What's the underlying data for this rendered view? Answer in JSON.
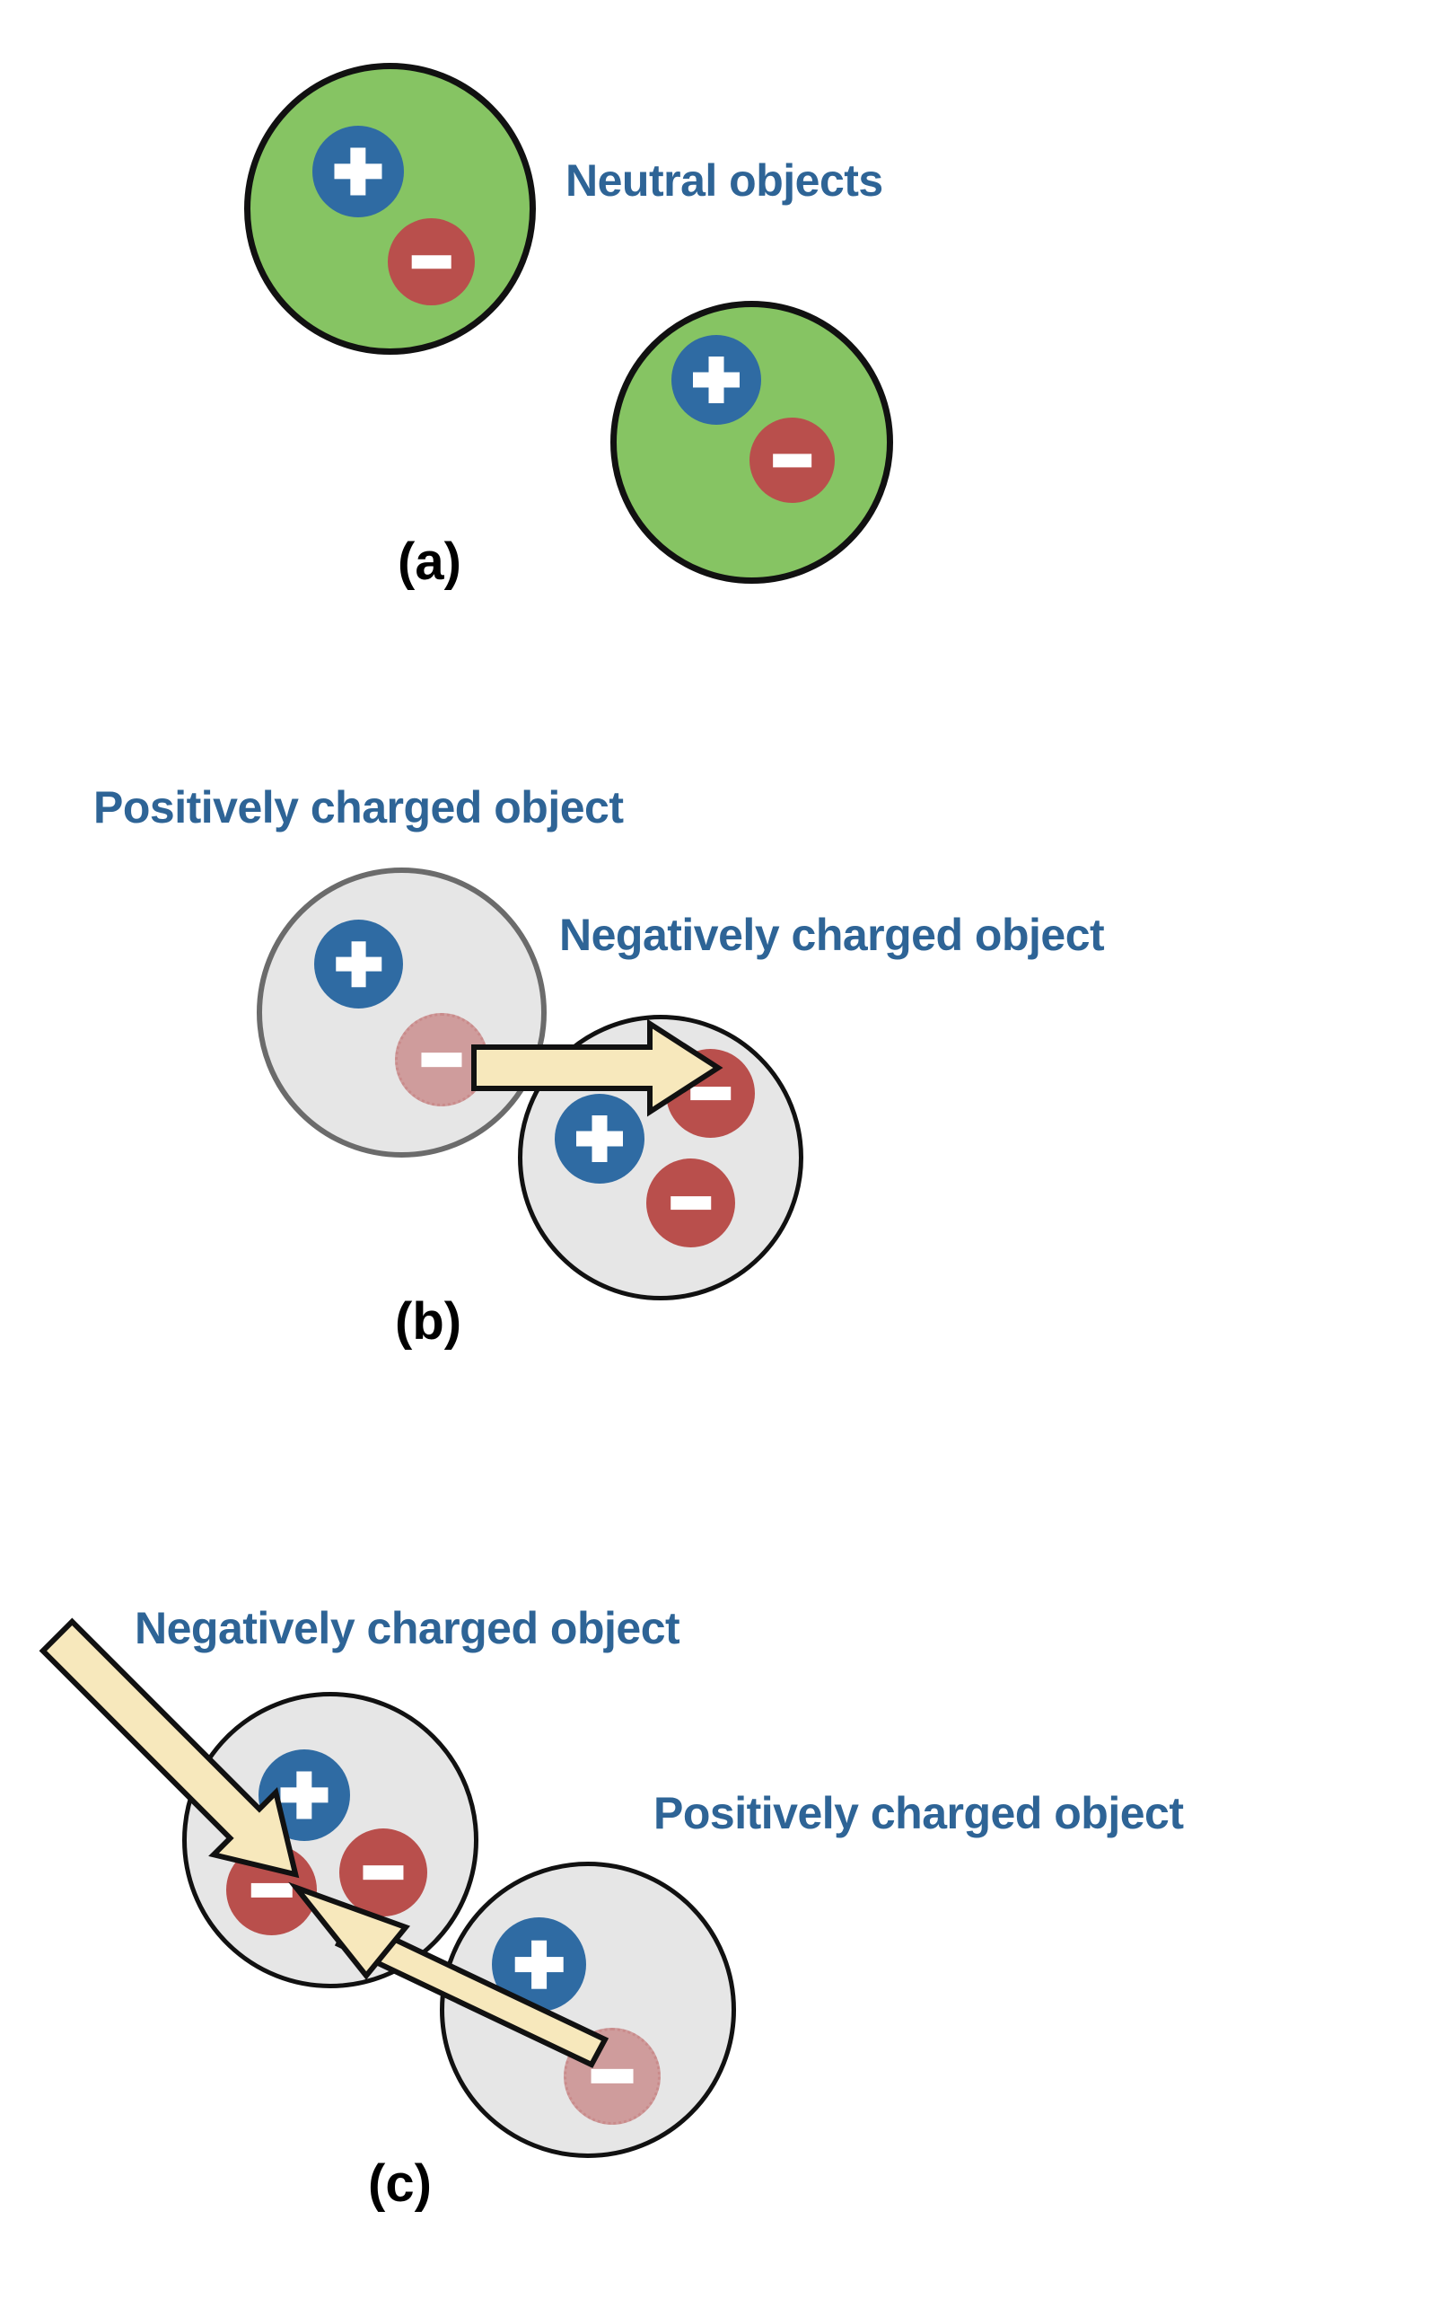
{
  "diagram": {
    "title_semantic": "charge-transfer-by-contact",
    "background_color": "#ffffff",
    "colors": {
      "label_blue": "#2e6496",
      "neutral_fill_green": "#86c463",
      "charged_fill_gray": "#e6e6e6",
      "positive_charge": "#2f6ba3",
      "negative_charge": "#b94f4c",
      "ghost_charge": "#cf9c9c",
      "arrow_fill": "#f7e8bc",
      "arrow_stroke": "#111111",
      "outline_dark": "#111111",
      "outline_gray": "#6b6b6b",
      "glyph_white": "#ffffff"
    },
    "glyphs": {
      "plus": "+",
      "minus": "-"
    }
  },
  "panels": [
    {
      "id": "a",
      "panel_label": "(a)",
      "labels": [
        {
          "text": "Neutral objects"
        }
      ],
      "objects": [
        {
          "name": "neutral-object-left",
          "fill": "green",
          "charges": [
            {
              "sign": "plus",
              "state": "solid"
            },
            {
              "sign": "minus",
              "state": "solid"
            }
          ]
        },
        {
          "name": "neutral-object-right",
          "fill": "green",
          "charges": [
            {
              "sign": "plus",
              "state": "solid"
            },
            {
              "sign": "minus",
              "state": "solid"
            }
          ]
        }
      ],
      "arrows": []
    },
    {
      "id": "b",
      "panel_label": "(b)",
      "labels": [
        {
          "text": "Positively charged object"
        },
        {
          "text": "Negatively charged object"
        }
      ],
      "objects": [
        {
          "name": "positively-charged-object",
          "fill": "gray",
          "charges": [
            {
              "sign": "plus",
              "state": "solid"
            },
            {
              "sign": "minus",
              "state": "ghost"
            }
          ]
        },
        {
          "name": "negatively-charged-object",
          "fill": "gray",
          "charges": [
            {
              "sign": "plus",
              "state": "solid"
            },
            {
              "sign": "minus",
              "state": "solid"
            },
            {
              "sign": "minus",
              "state": "solid"
            }
          ]
        }
      ],
      "arrows": [
        {
          "name": "electron-transfer-arrow",
          "direction": "left-to-right"
        }
      ]
    },
    {
      "id": "c",
      "panel_label": "(c)",
      "labels": [
        {
          "text": "Negatively charged object"
        },
        {
          "text": "Positively charged object"
        }
      ],
      "objects": [
        {
          "name": "negatively-charged-object",
          "fill": "gray",
          "charges": [
            {
              "sign": "plus",
              "state": "solid"
            },
            {
              "sign": "minus",
              "state": "solid"
            },
            {
              "sign": "minus",
              "state": "solid"
            }
          ]
        },
        {
          "name": "positively-charged-object",
          "fill": "gray",
          "charges": [
            {
              "sign": "plus",
              "state": "solid"
            },
            {
              "sign": "minus",
              "state": "ghost"
            }
          ]
        }
      ],
      "arrows": [
        {
          "name": "electron-transfer-arrow",
          "direction": "lower-right-to-upper-left"
        }
      ]
    }
  ]
}
